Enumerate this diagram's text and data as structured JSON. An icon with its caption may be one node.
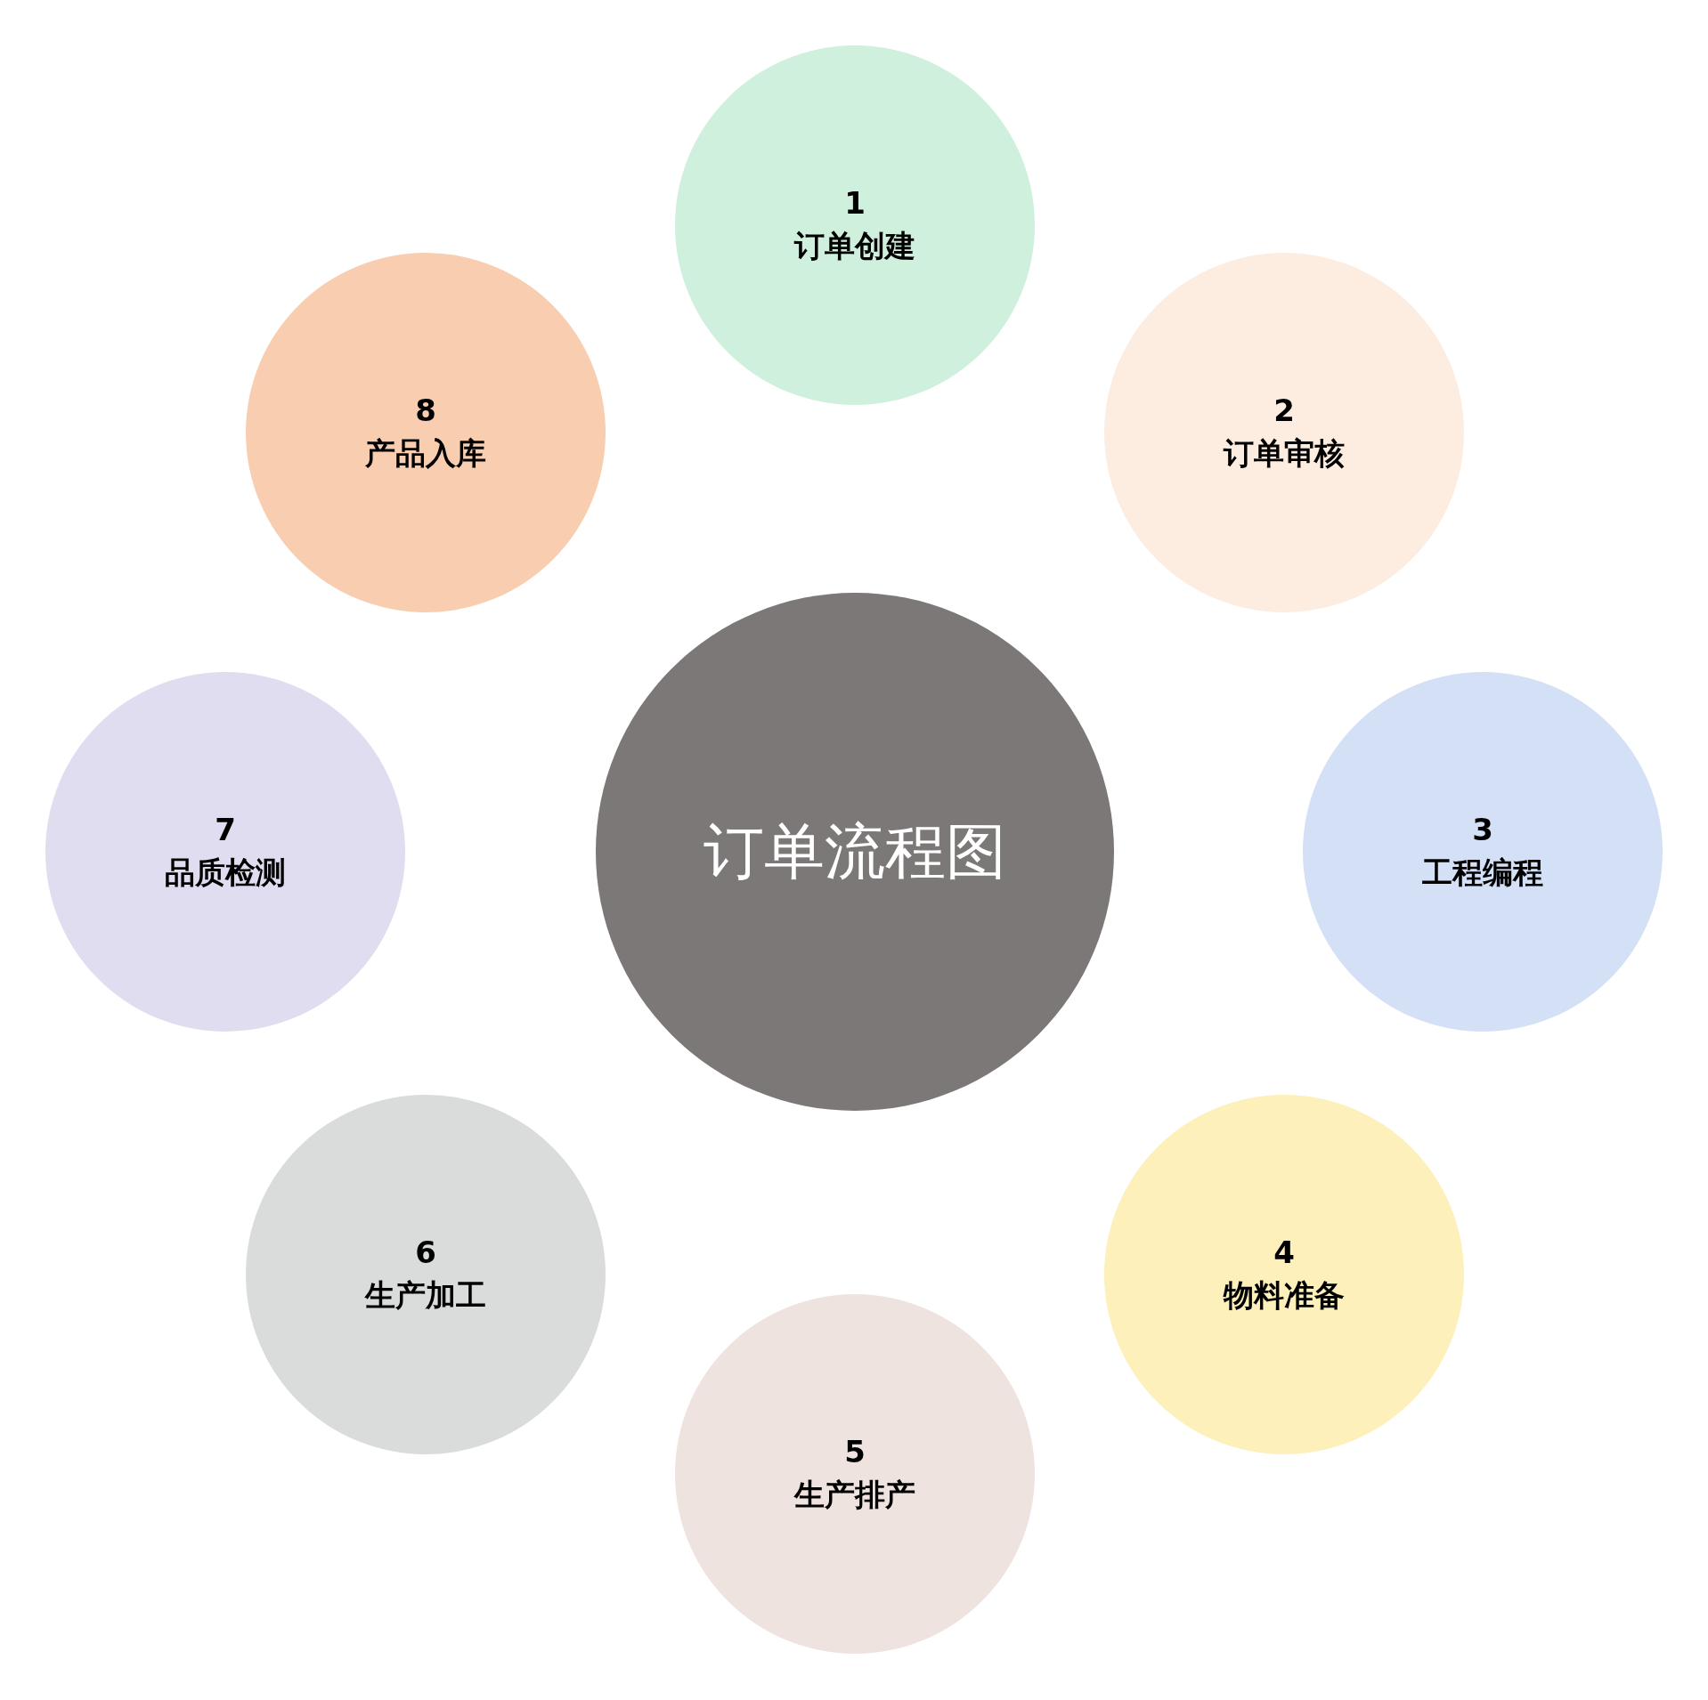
{
  "diagram": {
    "nodes": [
      {
        "text": [
          "订单流程图"
        ]
      },
      {
        "text": [
          "1",
          "订单创建"
        ]
      },
      {
        "text": [
          "2",
          "订单审核"
        ]
      },
      {
        "text": [
          "3",
          "工程编程"
        ]
      },
      {
        "text": [
          "4",
          "物料准备"
        ]
      },
      {
        "text": [
          "5",
          "生产排产"
        ]
      },
      {
        "text": [
          "6",
          "生产加工"
        ]
      },
      {
        "text": [
          "7",
          "品质检测"
        ]
      },
      {
        "text": [
          "8",
          "产品入库"
        ]
      }
    ]
  }
}
